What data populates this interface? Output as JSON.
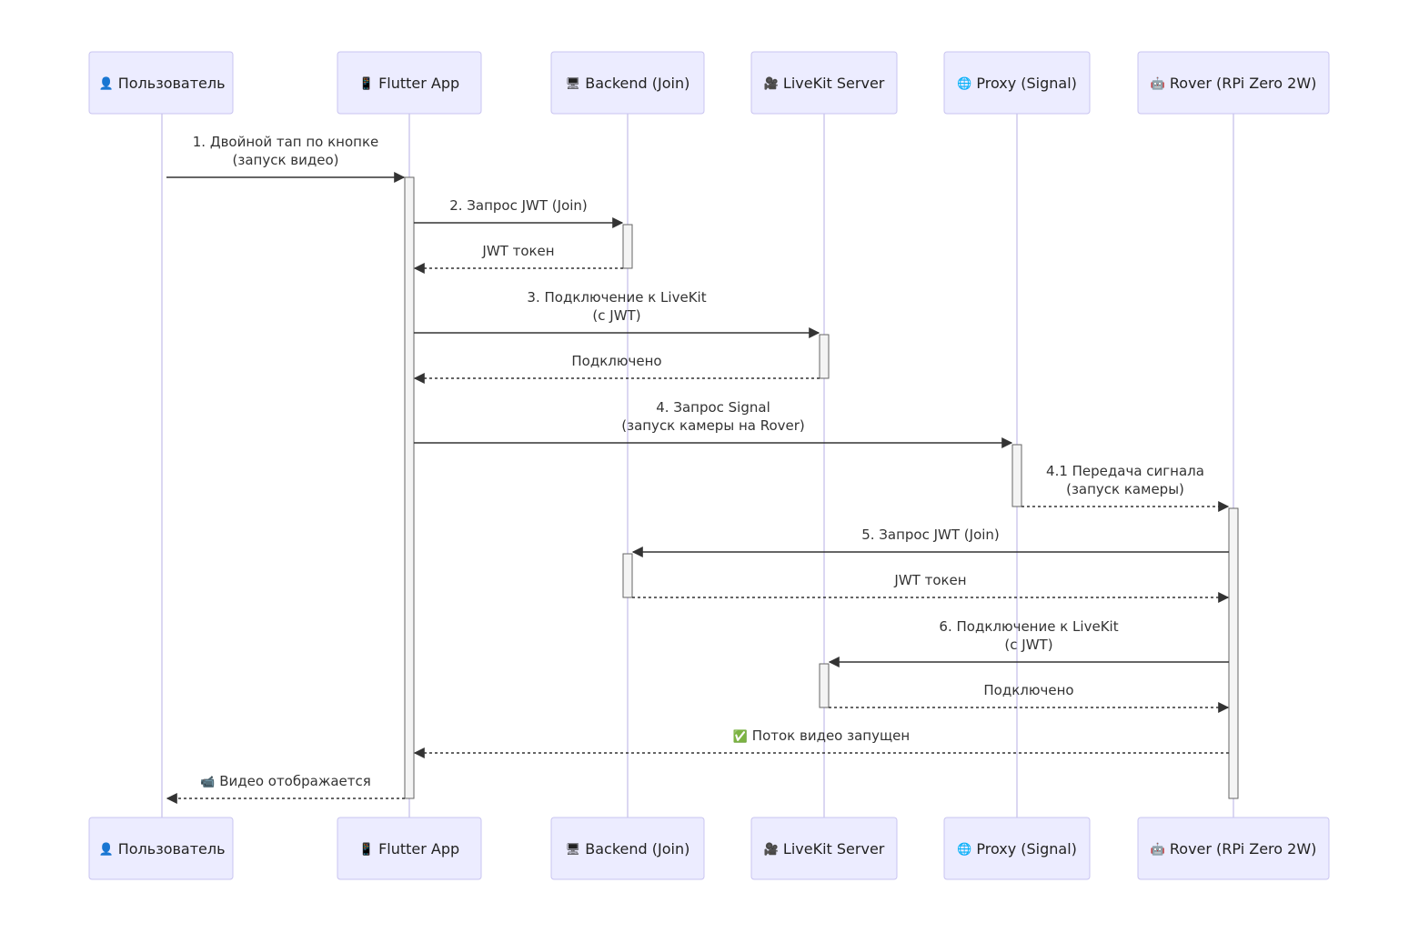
{
  "colors": {
    "actor_fill": "#ececff",
    "actor_stroke": "#c9c4f0",
    "lifeline": "#cfcaee",
    "arrow": "#333333",
    "activation_fill": "#f4f4f4"
  },
  "participants": [
    {
      "id": "user",
      "icon": "user-icon",
      "icon_char": "👤",
      "label": "Пользователь"
    },
    {
      "id": "app",
      "icon": "mobile-phone-icon",
      "icon_char": "📱",
      "label": "Flutter App"
    },
    {
      "id": "backend",
      "icon": "desktop-computer-icon",
      "icon_char": "🖥",
      "label": "Backend (Join)"
    },
    {
      "id": "livekit",
      "icon": "video-camera-icon",
      "icon_char": "🎥",
      "label": "LiveKit Server"
    },
    {
      "id": "proxy",
      "icon": "globe-icon",
      "icon_char": "🌐",
      "label": "Proxy (Signal)"
    },
    {
      "id": "rover",
      "icon": "robot-icon",
      "icon_char": "🤖",
      "label": "Rover (RPi Zero 2W)"
    }
  ],
  "messages": [
    {
      "from": "user",
      "to": "app",
      "style": "solid",
      "lines": [
        "1. Двойной тап по кнопке",
        "(запуск видео)"
      ]
    },
    {
      "from": "app",
      "to": "backend",
      "style": "solid",
      "lines": [
        "2. Запрос JWT (Join)"
      ]
    },
    {
      "from": "backend",
      "to": "app",
      "style": "dashed",
      "lines": [
        "JWT токен"
      ]
    },
    {
      "from": "app",
      "to": "livekit",
      "style": "solid",
      "lines": [
        "3. Подключение к LiveKit",
        "(с JWT)"
      ]
    },
    {
      "from": "livekit",
      "to": "app",
      "style": "dashed",
      "lines": [
        "Подключено"
      ]
    },
    {
      "from": "app",
      "to": "proxy",
      "style": "solid",
      "lines": [
        "4. Запрос Signal",
        "(запуск камеры на Rover)"
      ]
    },
    {
      "from": "proxy",
      "to": "rover",
      "style": "dashed",
      "lines": [
        "4.1 Передача сигнала",
        "(запуск камеры)"
      ]
    },
    {
      "from": "rover",
      "to": "backend",
      "style": "solid",
      "lines": [
        "5. Запрос JWT (Join)"
      ]
    },
    {
      "from": "backend",
      "to": "rover",
      "style": "dashed",
      "lines": [
        "JWT токен"
      ]
    },
    {
      "from": "rover",
      "to": "livekit",
      "style": "solid",
      "lines": [
        "6. Подключение к LiveKit",
        "(с JWT)"
      ]
    },
    {
      "from": "livekit",
      "to": "rover",
      "style": "dashed",
      "lines": [
        "Подключено"
      ]
    },
    {
      "from": "rover",
      "to": "app",
      "style": "dashed",
      "icon": "check-mark-icon",
      "icon_char": "✅",
      "lines": [
        "Поток видео запущен"
      ]
    },
    {
      "from": "app",
      "to": "user",
      "style": "dashed",
      "icon": "video-camera-icon",
      "icon_char": "📹",
      "lines": [
        "Видео отображается"
      ]
    }
  ]
}
